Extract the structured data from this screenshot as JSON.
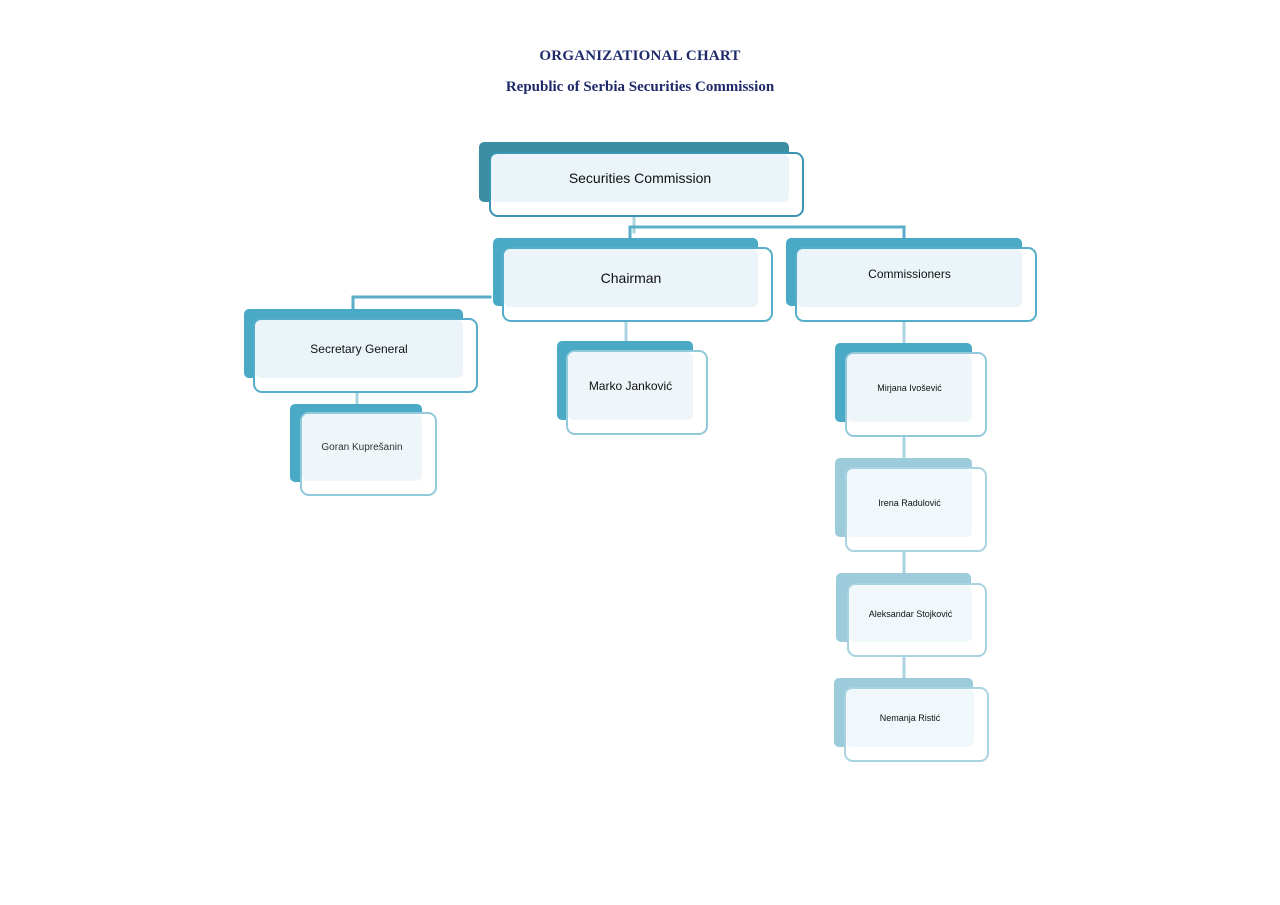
{
  "title": "ORGANIZATIONAL CHART",
  "subtitle": "Republic of Serbia Securities Commission",
  "nodes": {
    "commission": "Securities Commission",
    "chairman": "Chairman",
    "commissioners": "Commissioners",
    "secretary_general": "Secretary General",
    "goran": "Goran Kuprešanin",
    "marko": "Marko Janković",
    "mirjana": "Mirjana Ivošević",
    "irena": "Irena Radulović",
    "aleksandar": "Aleksandar Stojković",
    "nemanja": "Nemanja Ristić"
  },
  "colors": {
    "title": "#1f2a6b",
    "box_dark": "#3b8ea4",
    "box_mid": "#4aaac6",
    "box_light": "#9ccbdb",
    "box_fill": "#ebf4f8",
    "connector": "#5aaec8"
  }
}
